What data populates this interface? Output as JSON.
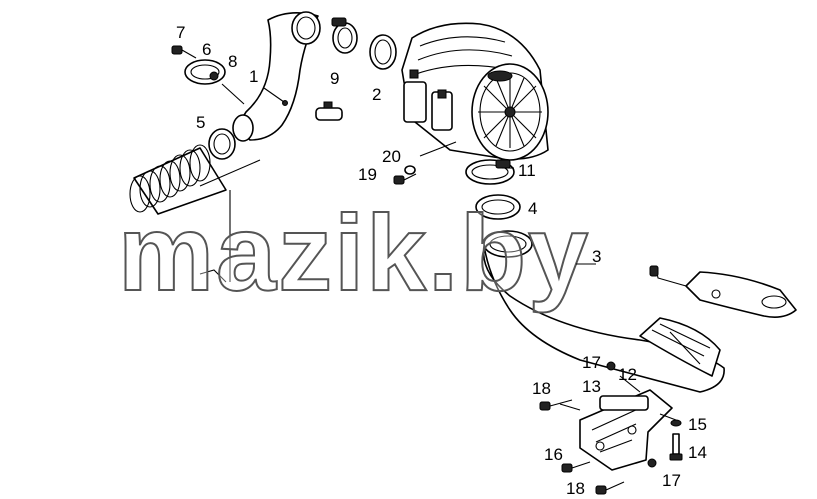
{
  "watermark": {
    "text": "mazik.by"
  },
  "callouts": [
    {
      "id": "c7",
      "text": "7"
    },
    {
      "id": "c6",
      "text": "6"
    },
    {
      "id": "c8",
      "text": "8"
    },
    {
      "id": "c1",
      "text": "1"
    },
    {
      "id": "c9",
      "text": "9"
    },
    {
      "id": "c2",
      "text": "2"
    },
    {
      "id": "c5",
      "text": "5"
    },
    {
      "id": "c20",
      "text": "20"
    },
    {
      "id": "c19",
      "text": "19"
    },
    {
      "id": "c11",
      "text": "11"
    },
    {
      "id": "c4",
      "text": "4"
    },
    {
      "id": "c3",
      "text": "3"
    },
    {
      "id": "c17a",
      "text": "17"
    },
    {
      "id": "c12",
      "text": "12"
    },
    {
      "id": "c13",
      "text": "13"
    },
    {
      "id": "c18a",
      "text": "18"
    },
    {
      "id": "c15",
      "text": "15"
    },
    {
      "id": "c14",
      "text": "14"
    },
    {
      "id": "c16",
      "text": "16"
    },
    {
      "id": "c17b",
      "text": "17"
    },
    {
      "id": "c18b",
      "text": "18"
    }
  ]
}
